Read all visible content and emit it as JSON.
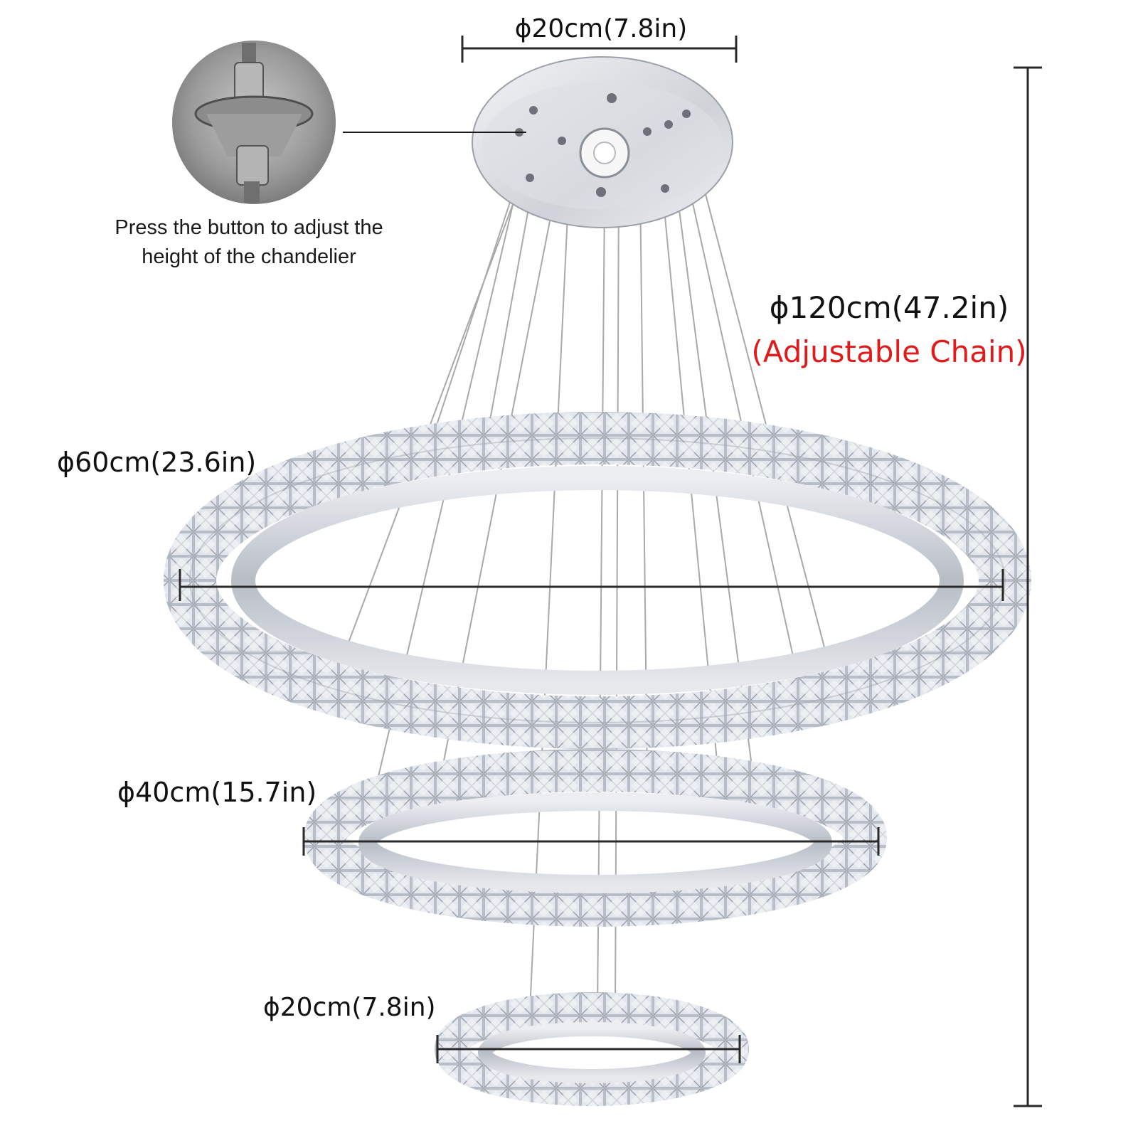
{
  "dimensions": {
    "canopy": "ϕ20cm(7.8in)",
    "ring_large": "ϕ60cm(23.6in)",
    "ring_medium": "ϕ40cm(15.7in)",
    "ring_small": "ϕ20cm(7.8in)",
    "total_height": "ϕ120cm(47.2in)",
    "chain_note": "(Adjustable Chain)"
  },
  "callout": {
    "line1": "Press the button to adjust the",
    "line2": "height of the chandelier"
  },
  "colors": {
    "accent_red": "#e01b1b",
    "dimension_line": "#2a2a2a",
    "chrome": "#c8ccd3",
    "crystal": "#dde1e8"
  }
}
